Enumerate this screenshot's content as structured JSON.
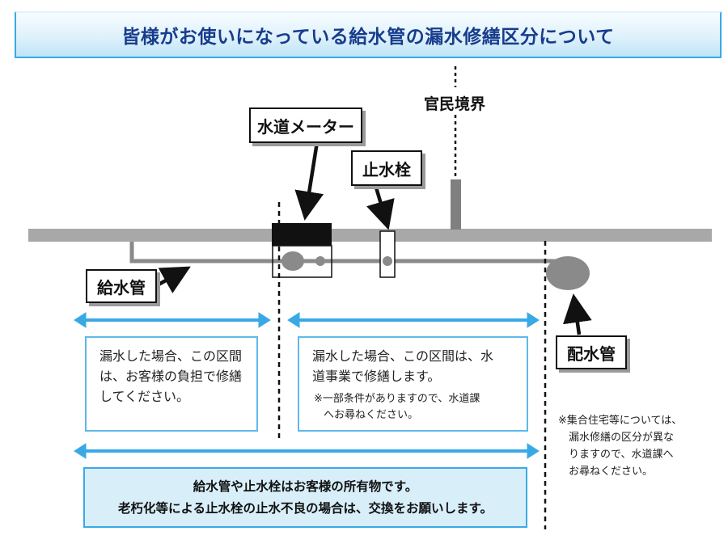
{
  "title": "皆様がお使いになっている給水管の漏水修繕区分について",
  "labels": {
    "meter": "水道メーター",
    "stopcock": "止水栓",
    "boundary": "官民境界",
    "service_pipe": "給水管",
    "main_pipe": "配水管"
  },
  "customer_section": {
    "lines": [
      "漏水した場合、この区間",
      "は、お客様の負担で修繕",
      "してください。"
    ]
  },
  "utility_section": {
    "lines": [
      "漏水した場合、この区間は、水",
      "道事業で修繕します。"
    ],
    "note_lines": [
      "※一部条件がありますので、水道課",
      "へお尋ねください。"
    ]
  },
  "side_note": {
    "lines": [
      "※集合住宅等については、",
      "漏水修繕の区分が異な",
      "りますので、水道課へ",
      "お尋ねください。"
    ]
  },
  "ownership": {
    "lines": [
      "給水管や止水栓はお客様の所有物です。",
      "老朽化等による止水栓の止水不良の場合は、交換をお願いします。"
    ]
  },
  "colors": {
    "title_text": "#173c8c",
    "accent_blue": "#39a9e6",
    "pipe_gray": "#a8a8a8",
    "meter_black": "#111111"
  }
}
